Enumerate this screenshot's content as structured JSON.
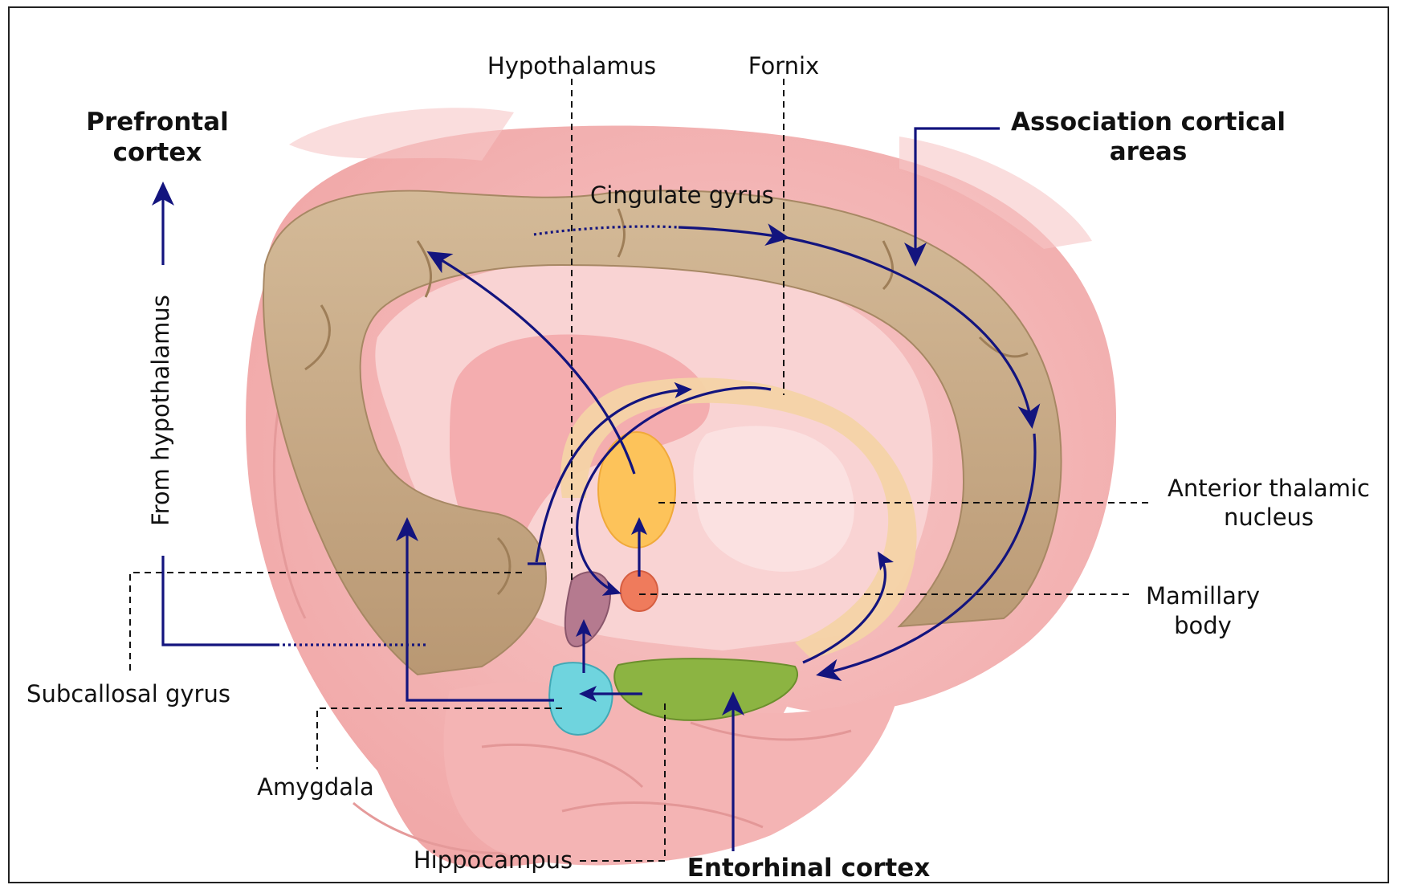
{
  "labels": {
    "hypothalamus": "Hypothalamus",
    "fornix": "Fornix",
    "prefrontal_line1": "Prefrontal",
    "prefrontal_line2": "cortex",
    "association_line1": "Association cortical",
    "association_line2": "areas",
    "cingulate_gyrus": "Cingulate gyrus",
    "from_hypothalamus": "From hypothalamus",
    "anterior_thalamic_line1": "Anterior thalamic",
    "anterior_thalamic_line2": "nucleus",
    "mamillary_line1": "Mamillary",
    "mamillary_line2": "body",
    "subcallosal_gyrus": "Subcallosal gyrus",
    "amygdala": "Amygdala",
    "hippocampus": "Hippocampus",
    "entorhinal_cortex": "Entorhinal cortex"
  },
  "colors": {
    "brain_pink": "#f4b9b9",
    "brain_light": "#fbdada",
    "cingulate_tan": "#c9ad8a",
    "thalamus_yellow": "#fdc35a",
    "mamillary_red": "#ef7b5c",
    "hypothalamus_mauve": "#b57a8f",
    "amygdala_cyan": "#6fd4de",
    "entorhinal_green": "#8cb442",
    "arrow_navy": "#13147e"
  }
}
